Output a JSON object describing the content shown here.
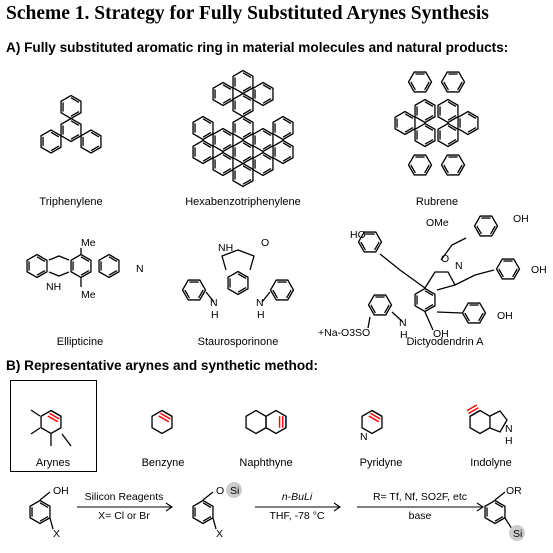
{
  "title": "Scheme 1. Strategy for Fully Substituted Arynes Synthesis",
  "section_a": {
    "heading": "A) Fully substituted aromatic ring in material molecules and natural products:",
    "molecules": [
      {
        "name": "Triphenylene"
      },
      {
        "name": "Hexabenzotriphenylene"
      },
      {
        "name": "Rubrene"
      },
      {
        "name": "Ellipticine"
      },
      {
        "name": "Staurosporinone"
      },
      {
        "name": "Dictyodendrin A"
      }
    ],
    "atom_labels": {
      "me": "Me",
      "n": "N",
      "nh": "NH",
      "h": "H",
      "o": "O",
      "ome": "OMe",
      "ho": "HO",
      "oh": "OH",
      "sulfonate": "+Na-O3SO"
    }
  },
  "section_b": {
    "heading": "B) Representative arynes and synthetic method:",
    "arynes": [
      {
        "name": "Arynes"
      },
      {
        "name": "Benzyne"
      },
      {
        "name": "Naphthyne"
      },
      {
        "name": "Pyridyne"
      },
      {
        "name": "Indolyne"
      }
    ],
    "reaction": {
      "step1_top": "Silicon Reagents",
      "step1_bottom": "X= Cl or Br",
      "step2_top": "n-BuLi",
      "step2_bottom": "THF, -78 °C",
      "step3_top": "R= Tf, Nf, SO2F, etc",
      "step3_bottom": "base",
      "start_oh": "OH",
      "start_x": "X",
      "mid_o": "O",
      "mid_si": "Si",
      "mid_x": "X",
      "product_or": "OR",
      "product_si": "Si"
    }
  },
  "colors": {
    "aryne_triple_bond": "#ff0000",
    "silyl_circle": "#cccccc"
  }
}
